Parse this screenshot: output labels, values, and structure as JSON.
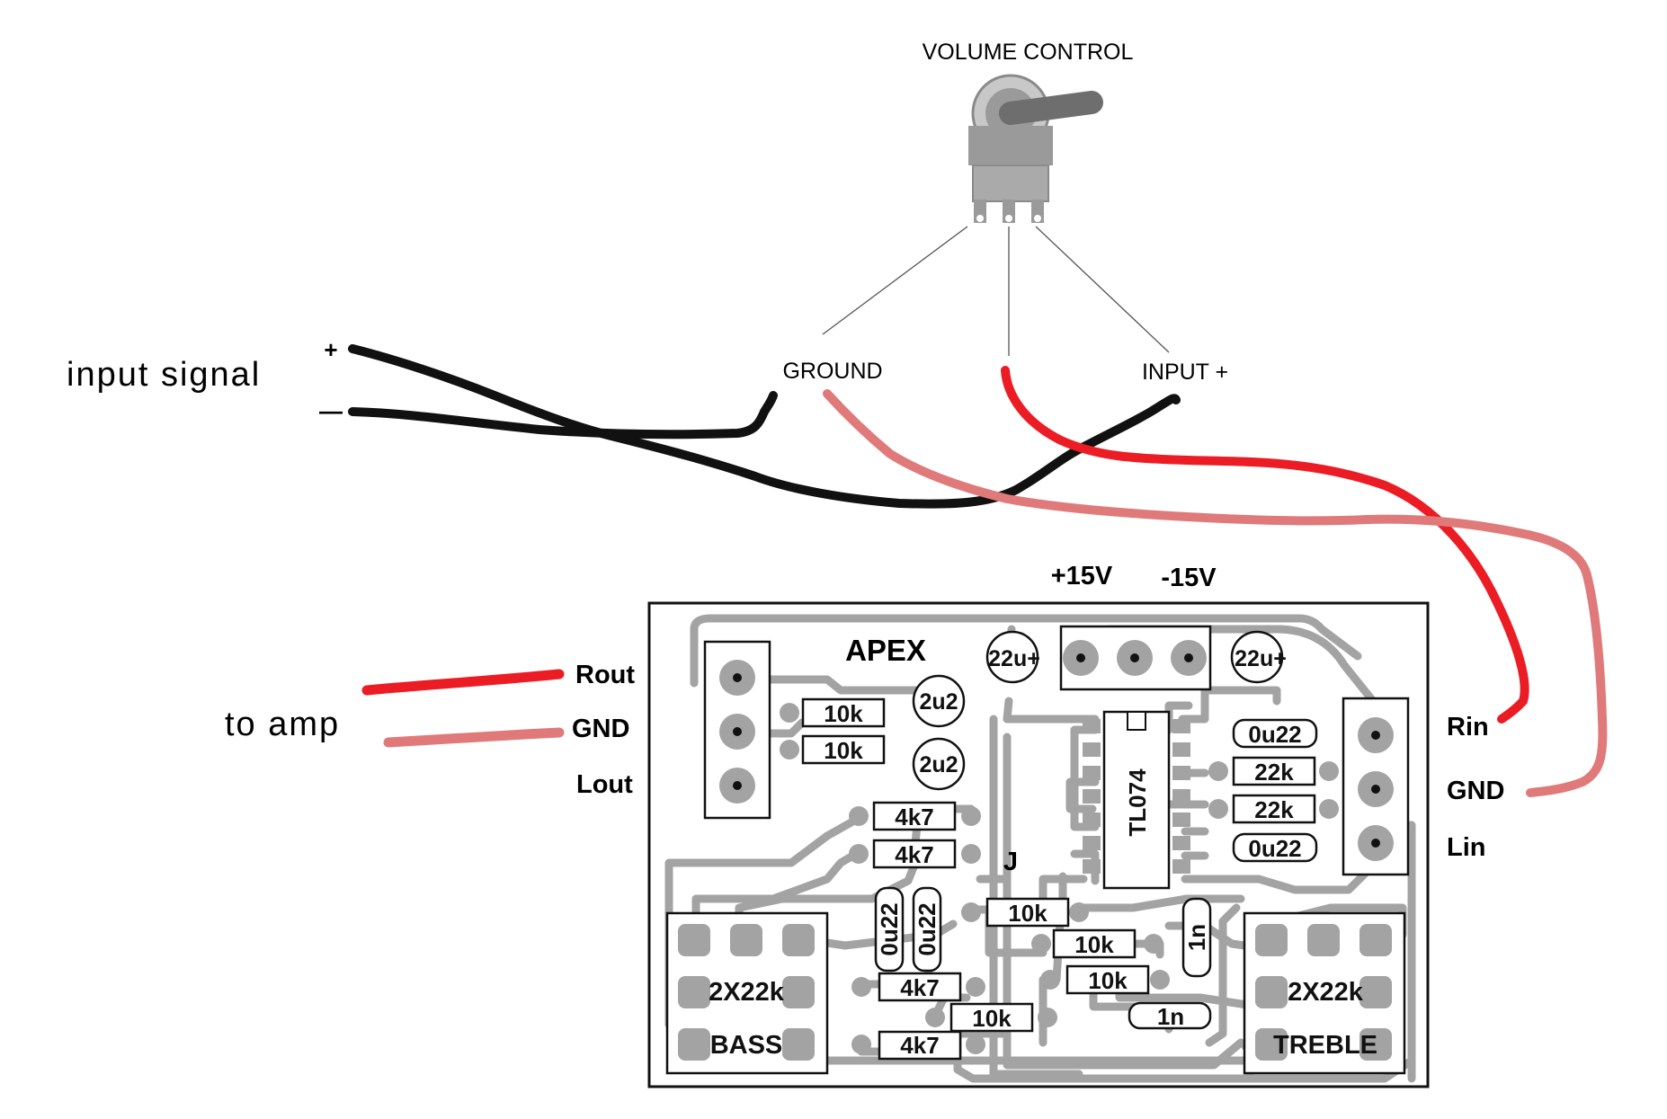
{
  "colors": {
    "signal_wire": "#ec1c24",
    "ground_wire": "#e07a7a",
    "input_wire": "#111111",
    "pcb_track": "#a3a3a3",
    "outline": "#111111"
  },
  "volume_control": {
    "title": "VOLUME CONTROL",
    "pin_ground": "GROUND",
    "pin_input": "INPUT +"
  },
  "input": {
    "label": "input signal",
    "plus": "+",
    "minus": "—"
  },
  "output": {
    "label": "to amp",
    "rout": "Rout",
    "gnd": "GND",
    "lout": "Lout"
  },
  "power": {
    "plus": "+15V",
    "minus": "-15V"
  },
  "right_connector": {
    "rin": "Rin",
    "gnd": "GND",
    "lin": "Lin"
  },
  "pcb": {
    "name": "APEX",
    "ic": "TL074",
    "jumper": "J",
    "bass_pot": {
      "value": "2X22k",
      "name": "BASS"
    },
    "treble_pot": {
      "value": "2X22k",
      "name": "TREBLE"
    },
    "caps": {
      "c22u_left": "22u+",
      "c22u_right": "22u+",
      "c2u2_top": "2u2",
      "c2u2_bottom": "2u2",
      "c0u22_tr1": "0u22",
      "c0u22_tr2": "0u22",
      "c0u22_v1": "0u22",
      "c0u22_v2": "0u22",
      "c1n_v": "1n",
      "c1n_h": "1n"
    },
    "resistors": {
      "r10k_1": "10k",
      "r10k_2": "10k",
      "r4k7_1": "4k7",
      "r4k7_2": "4k7",
      "r22k_1": "22k",
      "r22k_2": "22k",
      "r10k_3": "10k",
      "r10k_4": "10k",
      "r10k_5": "10k",
      "r10k_6": "10k",
      "r4k7_3": "4k7",
      "r4k7_4": "4k7"
    }
  }
}
